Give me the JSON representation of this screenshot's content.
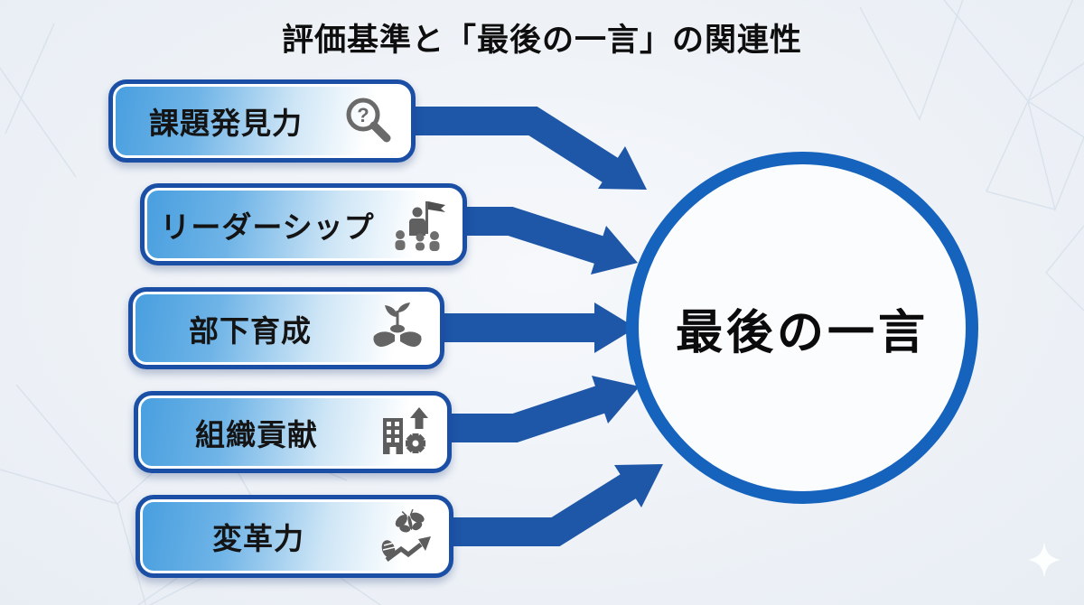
{
  "title": "評価基準と「最後の一言」の関連性",
  "center": {
    "label": "最後の一言"
  },
  "criteria": [
    {
      "label": "課題発見力",
      "icon": "magnifier-question-icon"
    },
    {
      "label": "リーダーシップ",
      "icon": "leader-flag-icon"
    },
    {
      "label": "部下育成",
      "icon": "hands-sprout-icon"
    },
    {
      "label": "組織貢献",
      "icon": "building-gear-growth-icon"
    },
    {
      "label": "変革力",
      "icon": "butterfly-growth-icon"
    }
  ],
  "colors": {
    "background": "#eef2f7",
    "box_border": "#1a4fa5",
    "box_gradient_start": "#479edf",
    "arrow_blue": "#1e56a8",
    "circle_border": "#1563bd",
    "icon_gray": "#616161",
    "pattern_line": "#d8e1eb",
    "text": "#111111"
  }
}
